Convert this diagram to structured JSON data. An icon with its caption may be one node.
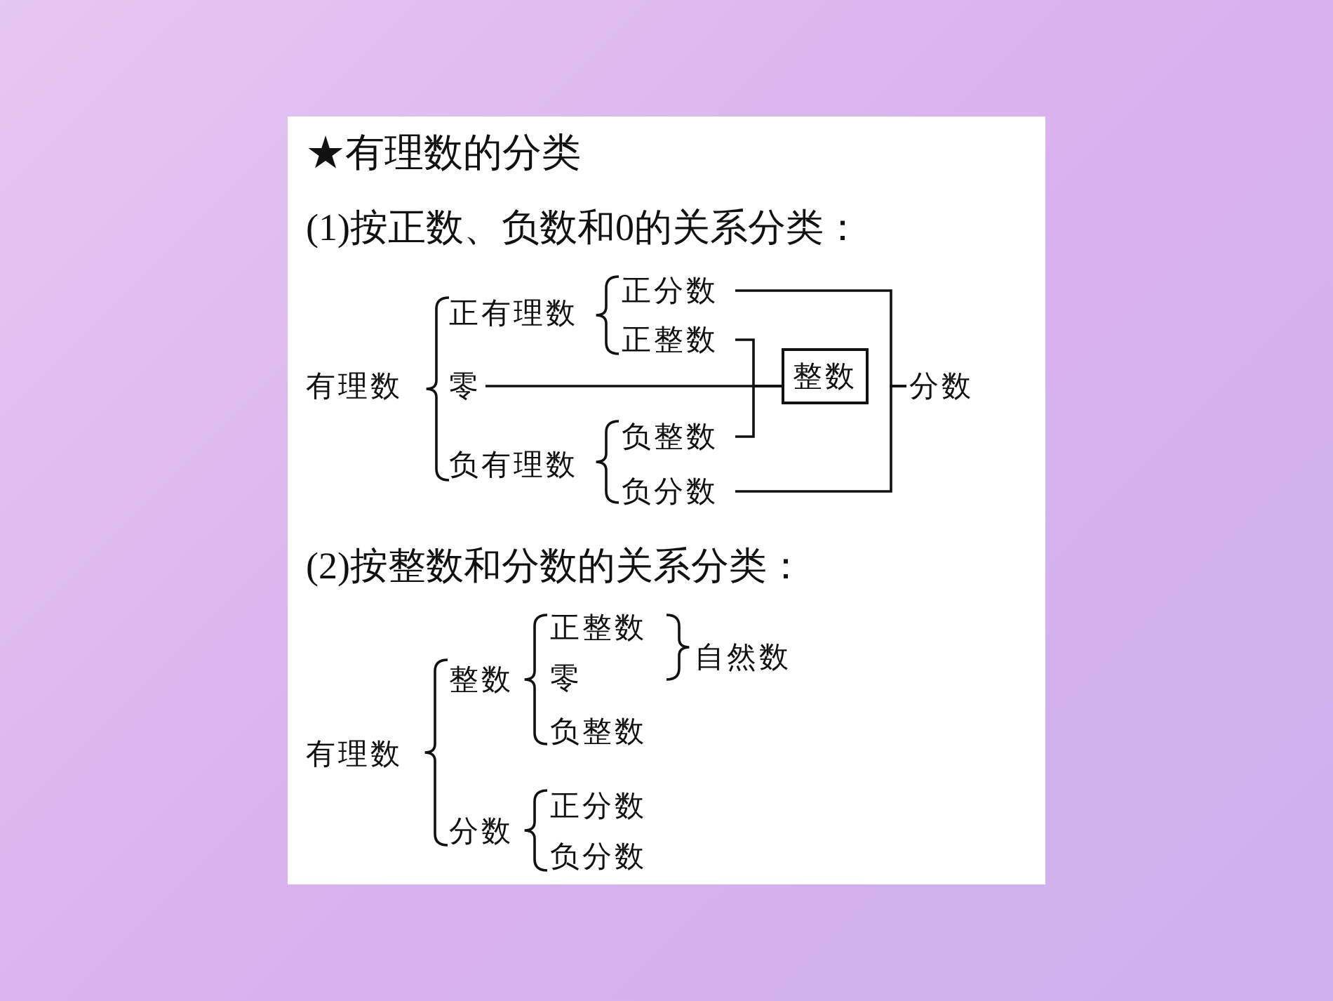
{
  "diagram": {
    "title": "★有理数的分类",
    "nodes": [
      {
        "text": [
          "有理数"
        ]
      },
      {
        "text": [
          "正有理数"
        ]
      },
      {
        "text": [
          "零"
        ]
      },
      {
        "text": [
          "负有理数"
        ]
      },
      {
        "text": [
          "正分数"
        ]
      },
      {
        "text": [
          "正整数"
        ]
      },
      {
        "text": [
          "负整数"
        ]
      },
      {
        "text": [
          "负分数"
        ]
      },
      {
        "text": [
          "整数"
        ]
      },
      {
        "text": [
          "分数"
        ]
      },
      {
        "text": [
          "有理数"
        ]
      },
      {
        "text": [
          "整数"
        ]
      },
      {
        "text": [
          "分数"
        ]
      },
      {
        "text": [
          "正整数"
        ]
      },
      {
        "text": [
          "零"
        ]
      },
      {
        "text": [
          "负整数"
        ]
      },
      {
        "text": [
          "正分数"
        ]
      },
      {
        "text": [
          "负分数"
        ]
      },
      {
        "text": [
          "自然数"
        ]
      }
    ],
    "edges": [
      {
        "from": 4,
        "to": 9,
        "arrow": "none"
      },
      {
        "from": 7,
        "to": 9,
        "arrow": "none"
      },
      {
        "from": 5,
        "to": 8,
        "arrow": "none"
      },
      {
        "from": 2,
        "to": 8,
        "arrow": "none"
      },
      {
        "from": 6,
        "to": 8,
        "arrow": "none"
      }
    ],
    "labels": [
      "(1)按正数、负数和0的关系分类：",
      "(2)按整数和分数的关系分类："
    ]
  }
}
